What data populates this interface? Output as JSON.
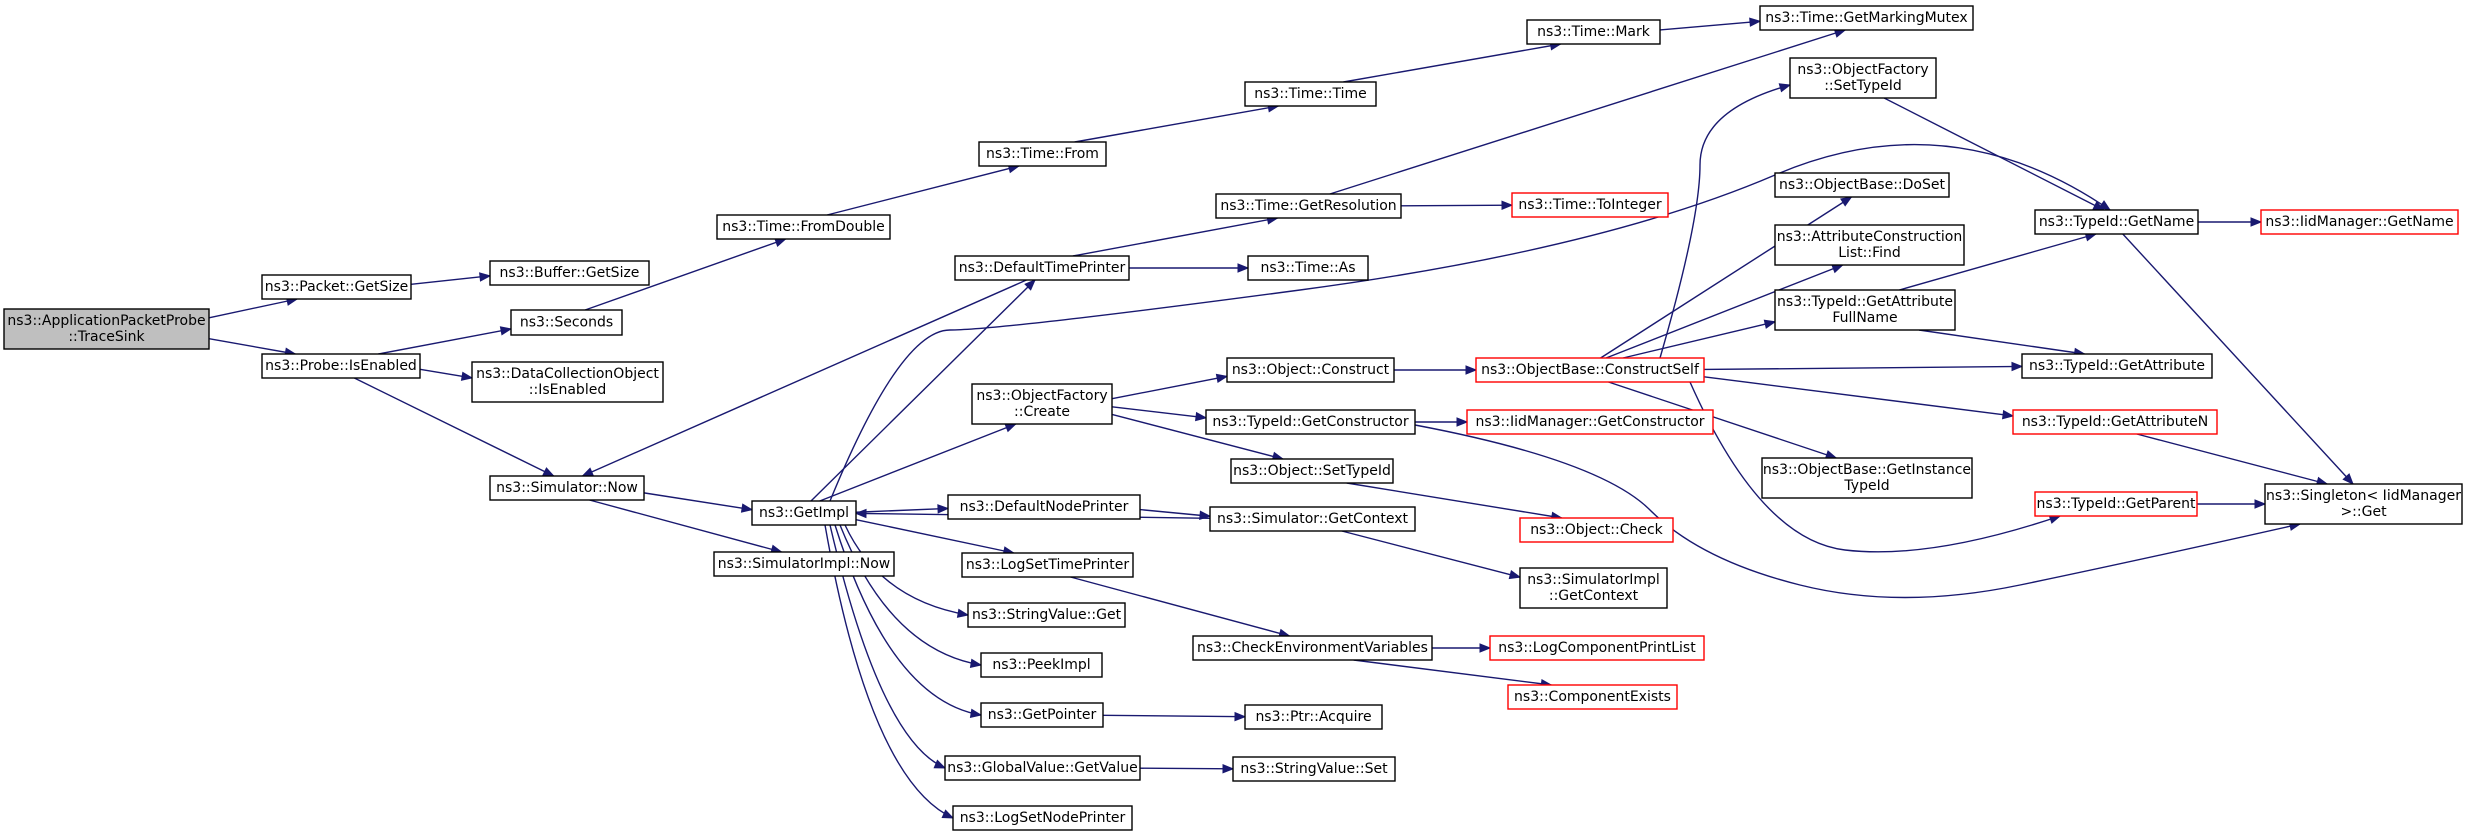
{
  "colors": {
    "edge": "#191970",
    "normal_border": "#000000",
    "truncated_border": "#ff0000",
    "root_fill": "#bfbfbf",
    "fill": "#ffffff"
  },
  "graph": {
    "nodes": [
      {
        "id": "root",
        "lines": [
          "ns3::ApplicationPacketProbe",
          "::TraceSink"
        ],
        "kind": "root"
      },
      {
        "id": "packet_getsize",
        "lines": [
          "ns3::Packet::GetSize"
        ]
      },
      {
        "id": "buffer_getsize",
        "lines": [
          "ns3::Buffer::GetSize"
        ]
      },
      {
        "id": "probe_isenabled",
        "lines": [
          "ns3::Probe::IsEnabled"
        ]
      },
      {
        "id": "seconds",
        "lines": [
          "ns3::Seconds"
        ]
      },
      {
        "id": "dco_isenabled",
        "lines": [
          "ns3::DataCollectionObject",
          "::IsEnabled"
        ]
      },
      {
        "id": "sim_now",
        "lines": [
          "ns3::Simulator::Now"
        ]
      },
      {
        "id": "time_fromdouble",
        "lines": [
          "ns3::Time::FromDouble"
        ]
      },
      {
        "id": "time_from",
        "lines": [
          "ns3::Time::From"
        ]
      },
      {
        "id": "time_time",
        "lines": [
          "ns3::Time::Time"
        ]
      },
      {
        "id": "time_mark",
        "lines": [
          "ns3::Time::Mark"
        ]
      },
      {
        "id": "time_getmarkingmutex",
        "lines": [
          "ns3::Time::GetMarkingMutex"
        ]
      },
      {
        "id": "time_getresolution",
        "lines": [
          "ns3::Time::GetResolution"
        ]
      },
      {
        "id": "time_tointeger",
        "lines": [
          "ns3::Time::ToInteger"
        ],
        "kind": "truncated"
      },
      {
        "id": "defaulttimeprinter",
        "lines": [
          "ns3::DefaultTimePrinter"
        ]
      },
      {
        "id": "time_as",
        "lines": [
          "ns3::Time::As"
        ]
      },
      {
        "id": "getimpl",
        "lines": [
          "ns3::GetImpl"
        ]
      },
      {
        "id": "simimpl_now",
        "lines": [
          "ns3::SimulatorImpl::Now"
        ]
      },
      {
        "id": "objfactory_create",
        "lines": [
          "ns3::ObjectFactory",
          "::Create"
        ]
      },
      {
        "id": "defaultnodeprinter",
        "lines": [
          "ns3::DefaultNodePrinter"
        ]
      },
      {
        "id": "logsettimeprinter",
        "lines": [
          "ns3::LogSetTimePrinter"
        ]
      },
      {
        "id": "stringvalue_get",
        "lines": [
          "ns3::StringValue::Get"
        ]
      },
      {
        "id": "peekimpl",
        "lines": [
          "ns3::PeekImpl"
        ]
      },
      {
        "id": "getpointer",
        "lines": [
          "ns3::GetPointer"
        ]
      },
      {
        "id": "globalvalue_getvalue",
        "lines": [
          "ns3::GlobalValue::GetValue"
        ]
      },
      {
        "id": "logsetnodeprinter",
        "lines": [
          "ns3::LogSetNodePrinter"
        ]
      },
      {
        "id": "object_construct",
        "lines": [
          "ns3::Object::Construct"
        ]
      },
      {
        "id": "typeid_getconstructor",
        "lines": [
          "ns3::TypeId::GetConstructor"
        ]
      },
      {
        "id": "object_settypeid",
        "lines": [
          "ns3::Object::SetTypeId"
        ]
      },
      {
        "id": "sim_getcontext",
        "lines": [
          "ns3::Simulator::GetContext"
        ]
      },
      {
        "id": "checkenvvars",
        "lines": [
          "ns3::CheckEnvironmentVariables"
        ]
      },
      {
        "id": "ptr_acquire",
        "lines": [
          "ns3::Ptr::Acquire"
        ]
      },
      {
        "id": "stringvalue_set",
        "lines": [
          "ns3::StringValue::Set"
        ]
      },
      {
        "id": "objectbase_constructself",
        "lines": [
          "ns3::ObjectBase::ConstructSelf"
        ],
        "kind": "truncated"
      },
      {
        "id": "iidmanager_getconstructor",
        "lines": [
          "ns3::IidManager::GetConstructor"
        ],
        "kind": "truncated"
      },
      {
        "id": "object_check",
        "lines": [
          "ns3::Object::Check"
        ],
        "kind": "truncated"
      },
      {
        "id": "simimpl_getcontext",
        "lines": [
          "ns3::SimulatorImpl",
          "::GetContext"
        ]
      },
      {
        "id": "logcomponentprintlist",
        "lines": [
          "ns3::LogComponentPrintList"
        ],
        "kind": "truncated"
      },
      {
        "id": "componentexists",
        "lines": [
          "ns3::ComponentExists"
        ],
        "kind": "truncated"
      },
      {
        "id": "objfactory_settypeid",
        "lines": [
          "ns3::ObjectFactory",
          "::SetTypeId"
        ]
      },
      {
        "id": "objectbase_doset",
        "lines": [
          "ns3::ObjectBase::DoSet"
        ]
      },
      {
        "id": "attrconstructionlist_find",
        "lines": [
          "ns3::AttributeConstruction",
          "List::Find"
        ]
      },
      {
        "id": "typeid_getattributefullname",
        "lines": [
          "ns3::TypeId::GetAttribute",
          "FullName"
        ]
      },
      {
        "id": "objectbase_getinstancetypeid",
        "lines": [
          "ns3::ObjectBase::GetInstance",
          "TypeId"
        ]
      },
      {
        "id": "typeid_getname",
        "lines": [
          "ns3::TypeId::GetName"
        ]
      },
      {
        "id": "iidmanager_getname",
        "lines": [
          "ns3::IidManager::GetName"
        ],
        "kind": "truncated"
      },
      {
        "id": "typeid_getattribute",
        "lines": [
          "ns3::TypeId::GetAttribute"
        ]
      },
      {
        "id": "typeid_getattributen",
        "lines": [
          "ns3::TypeId::GetAttributeN"
        ],
        "kind": "truncated"
      },
      {
        "id": "typeid_getparent",
        "lines": [
          "ns3::TypeId::GetParent"
        ],
        "kind": "truncated"
      },
      {
        "id": "singleton_get",
        "lines": [
          "ns3::Singleton< IidManager",
          ">::Get"
        ]
      }
    ],
    "edges": [
      [
        "root",
        "packet_getsize"
      ],
      [
        "root",
        "probe_isenabled"
      ],
      [
        "packet_getsize",
        "buffer_getsize"
      ],
      [
        "probe_isenabled",
        "seconds"
      ],
      [
        "probe_isenabled",
        "dco_isenabled"
      ],
      [
        "probe_isenabled",
        "sim_now"
      ],
      [
        "seconds",
        "time_fromdouble"
      ],
      [
        "time_fromdouble",
        "time_from"
      ],
      [
        "time_from",
        "time_time"
      ],
      [
        "time_time",
        "time_mark"
      ],
      [
        "time_mark",
        "time_getmarkingmutex"
      ],
      [
        "sim_now",
        "getimpl"
      ],
      [
        "sim_now",
        "simimpl_now"
      ],
      [
        "defaulttimeprinter",
        "sim_now"
      ],
      [
        "defaulttimeprinter",
        "time_getresolution"
      ],
      [
        "defaulttimeprinter",
        "time_as"
      ],
      [
        "time_getresolution",
        "time_getmarkingmutex"
      ],
      [
        "time_getresolution",
        "time_tointeger"
      ],
      [
        "getimpl",
        "defaulttimeprinter"
      ],
      [
        "getimpl",
        "typeid_getname"
      ],
      [
        "getimpl",
        "objfactory_create"
      ],
      [
        "getimpl",
        "defaultnodeprinter"
      ],
      [
        "getimpl",
        "logsettimeprinter"
      ],
      [
        "getimpl",
        "stringvalue_get"
      ],
      [
        "getimpl",
        "peekimpl"
      ],
      [
        "getimpl",
        "getpointer"
      ],
      [
        "getimpl",
        "globalvalue_getvalue"
      ],
      [
        "getimpl",
        "logsetnodeprinter"
      ],
      [
        "sim_getcontext",
        "getimpl"
      ],
      [
        "objfactory_create",
        "object_construct"
      ],
      [
        "objfactory_create",
        "typeid_getconstructor"
      ],
      [
        "objfactory_create",
        "object_settypeid"
      ],
      [
        "defaultnodeprinter",
        "sim_getcontext"
      ],
      [
        "logsettimeprinter",
        "checkenvvars"
      ],
      [
        "getpointer",
        "ptr_acquire"
      ],
      [
        "globalvalue_getvalue",
        "stringvalue_set"
      ],
      [
        "object_construct",
        "objectbase_constructself"
      ],
      [
        "typeid_getconstructor",
        "iidmanager_getconstructor"
      ],
      [
        "typeid_getconstructor",
        "singleton_get"
      ],
      [
        "object_settypeid",
        "object_check"
      ],
      [
        "sim_getcontext",
        "simimpl_getcontext"
      ],
      [
        "checkenvvars",
        "logcomponentprintlist"
      ],
      [
        "checkenvvars",
        "componentexists"
      ],
      [
        "objectbase_constructself",
        "objfactory_settypeid"
      ],
      [
        "objectbase_constructself",
        "objectbase_doset"
      ],
      [
        "objectbase_constructself",
        "attrconstructionlist_find"
      ],
      [
        "objectbase_constructself",
        "typeid_getattributefullname"
      ],
      [
        "objectbase_constructself",
        "typeid_getattribute"
      ],
      [
        "objectbase_constructself",
        "typeid_getattributen"
      ],
      [
        "objectbase_constructself",
        "objectbase_getinstancetypeid"
      ],
      [
        "objectbase_constructself",
        "typeid_getparent"
      ],
      [
        "objfactory_settypeid",
        "typeid_getname"
      ],
      [
        "typeid_getattributefullname",
        "typeid_getname"
      ],
      [
        "typeid_getattributefullname",
        "typeid_getattribute"
      ],
      [
        "typeid_getname",
        "iidmanager_getname"
      ],
      [
        "typeid_getname",
        "singleton_get"
      ],
      [
        "typeid_getattributen",
        "singleton_get"
      ],
      [
        "typeid_getparent",
        "singleton_get"
      ]
    ]
  }
}
